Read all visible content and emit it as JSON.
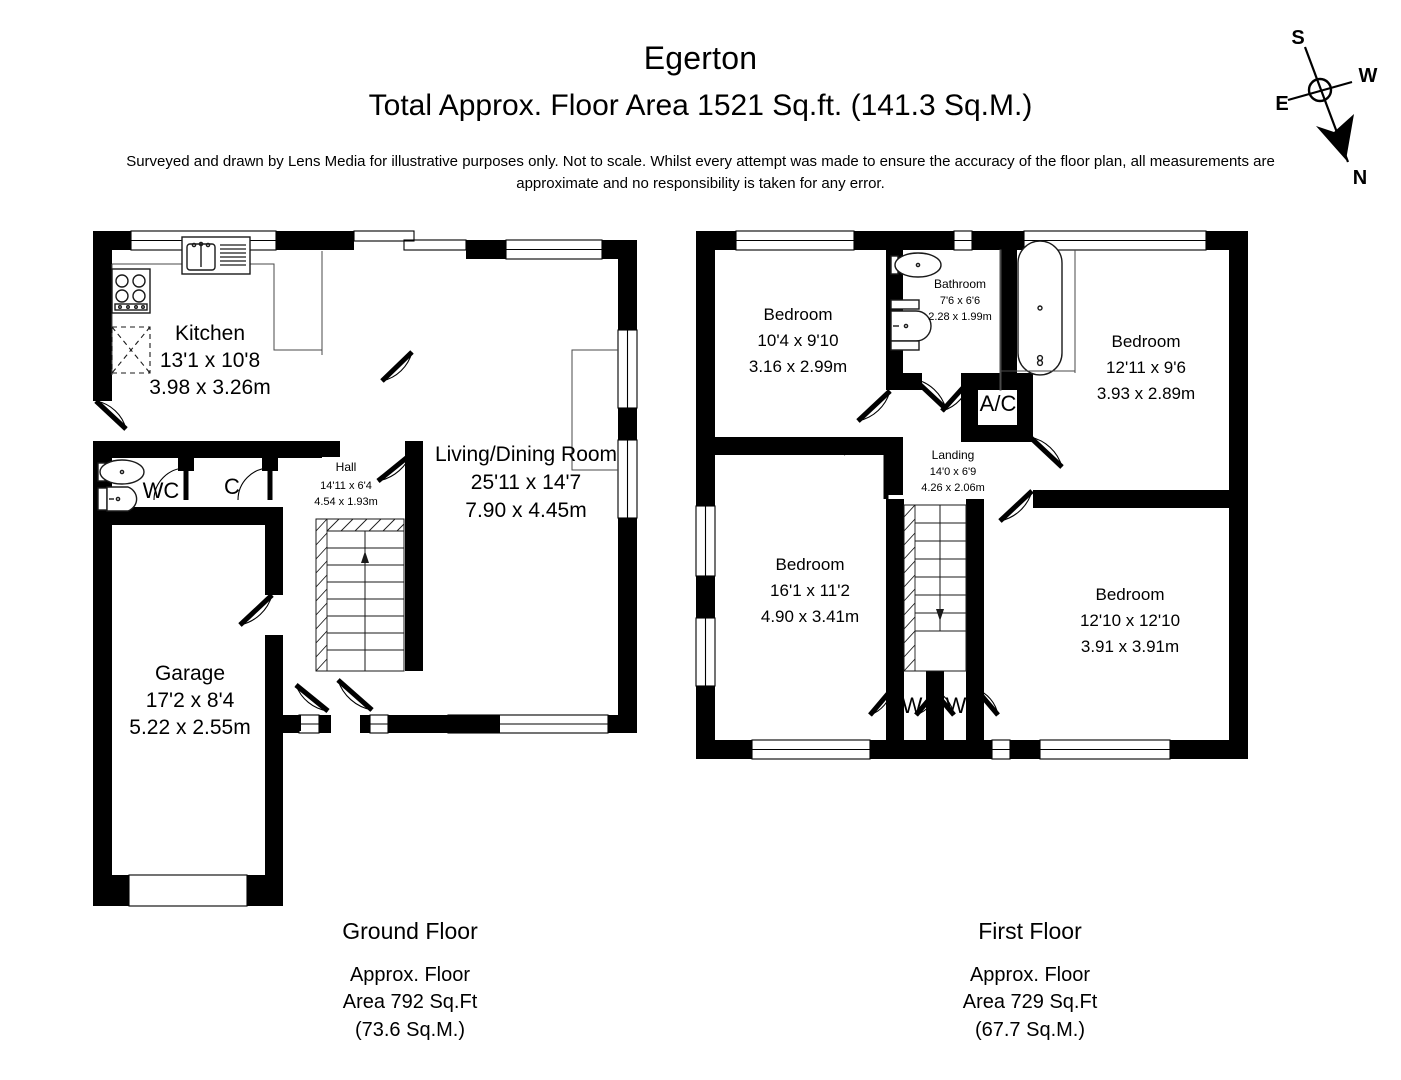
{
  "header": {
    "property_name": "Egerton",
    "total_area": "Total Approx. Floor Area 1521 Sq.ft. (141.3 Sq.M.)",
    "disclaimer_line1": "Surveyed and drawn by Lens Media for illustrative purposes only. Not to scale. Whilst every attempt was made to ensure the accuracy of the floor plan,",
    "disclaimer_line2": "all measurements are approximate and no responsibility is taken for any error."
  },
  "compass": {
    "north": "N",
    "south": "S",
    "east": "E",
    "west": "W"
  },
  "ground_floor": {
    "caption_title": "Ground Floor",
    "caption_line1": "Approx. Floor",
    "caption_line2": "Area 792 Sq.Ft",
    "caption_line3": "(73.6 Sq.M.)",
    "rooms": [
      {
        "name": "Kitchen",
        "dim_imperial": "13'1 x 10'8",
        "dim_metric": "3.98 x 3.26m"
      },
      {
        "name": "Living/Dining Room",
        "dim_imperial": "25'11 x 14'7",
        "dim_metric": "7.90 x 4.45m"
      },
      {
        "name": "Hall",
        "dim_imperial": "14'11 x 6'4",
        "dim_metric": "4.54 x 1.93m"
      },
      {
        "name": "Garage",
        "dim_imperial": "17'2 x 8'4",
        "dim_metric": "5.22 x 2.55m"
      }
    ],
    "labels": {
      "wc": "WC",
      "cupboard": "C"
    }
  },
  "first_floor": {
    "caption_title": "First Floor",
    "caption_line1": "Approx. Floor",
    "caption_line2": "Area 729 Sq.Ft",
    "caption_line3": "(67.7 Sq.M.)",
    "rooms": [
      {
        "name": "Bedroom",
        "dim_imperial": "10'4 x 9'10",
        "dim_metric": "3.16 x 2.99m"
      },
      {
        "name": "Bedroom",
        "dim_imperial": "12'11 x 9'6",
        "dim_metric": "3.93 x 2.89m"
      },
      {
        "name": "Bedroom",
        "dim_imperial": "16'1 x 11'2",
        "dim_metric": "4.90 x 3.41m"
      },
      {
        "name": "Bedroom",
        "dim_imperial": "12'10 x 12'10",
        "dim_metric": "3.91 x 3.91m"
      },
      {
        "name": "Bathroom",
        "dim_imperial": "7'6 x 6'6",
        "dim_metric": "2.28 x 1.99m"
      },
      {
        "name": "Landing",
        "dim_imperial": "14'0 x 6'9",
        "dim_metric": "4.26 x 2.06m"
      }
    ],
    "labels": {
      "airing_cupboard": "A/C",
      "wardrobe_left": "W",
      "wardrobe_right": "W"
    }
  },
  "colors": {
    "wall": "#000000",
    "background": "#ffffff",
    "fixture_stroke": "#1a1a1a"
  }
}
